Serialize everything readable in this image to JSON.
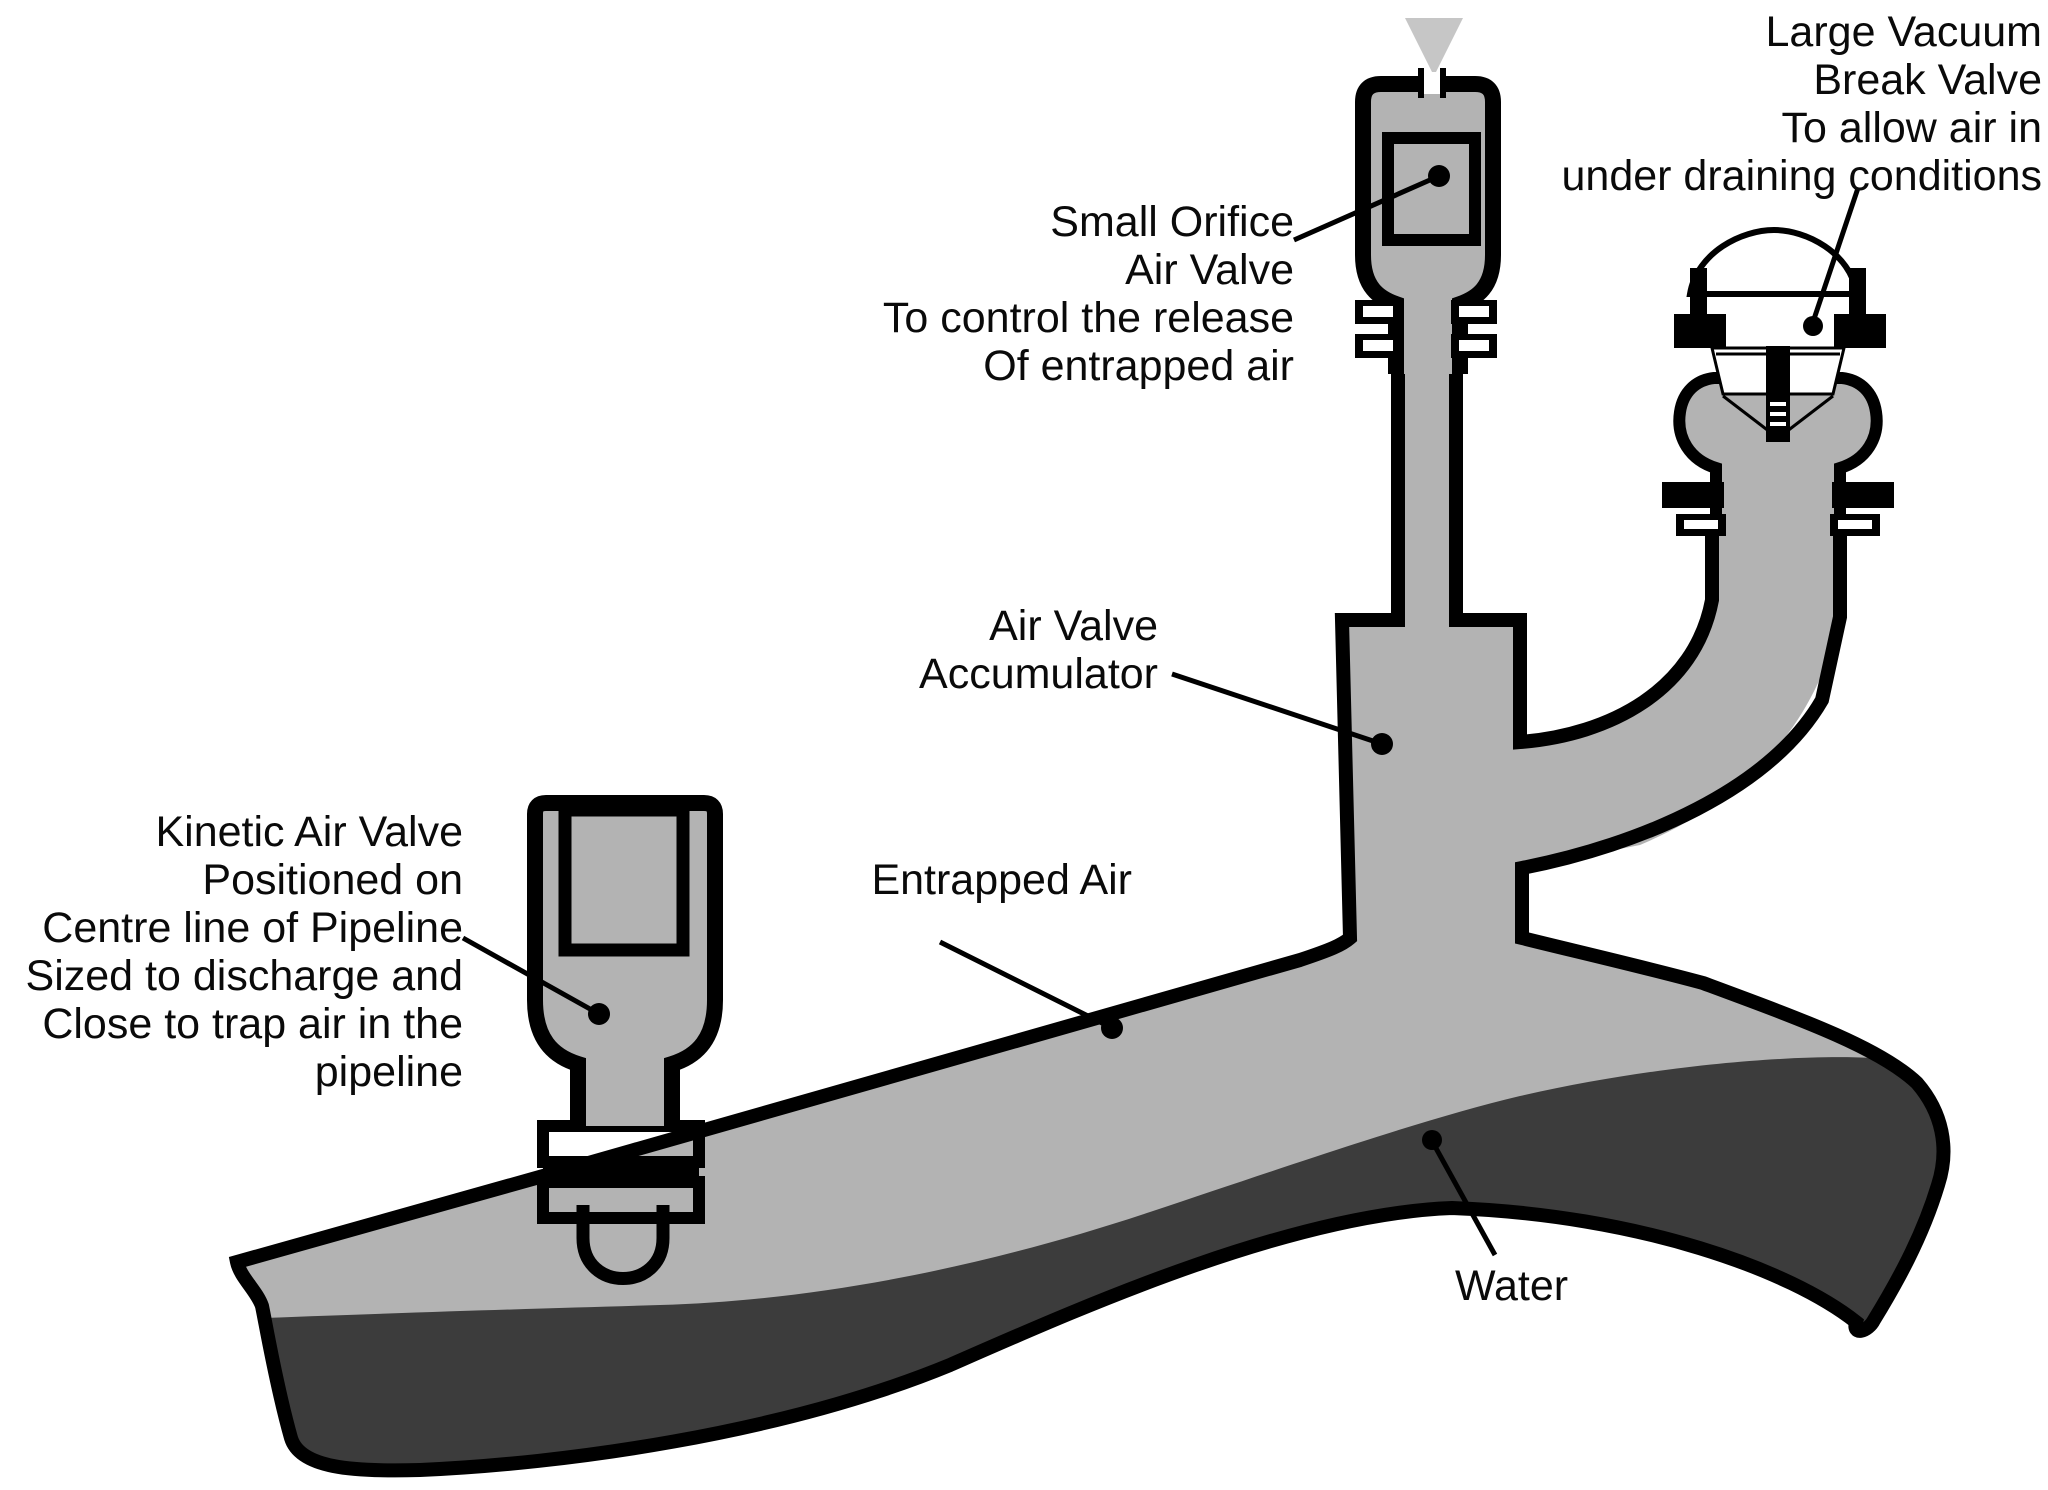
{
  "title": "Pipeline air valve arrangement diagram",
  "colors": {
    "pipe_gray": "#b3b3b3",
    "water_dark": "#3c3c3c",
    "float_light": "#d8d8d8",
    "triangle_gray": "#c6c6c6",
    "outline": "#000000",
    "background": "#ffffff"
  },
  "labels": {
    "large_vacuum": [
      "Large Vacuum",
      "Break Valve",
      "To allow air in",
      "under draining conditions"
    ],
    "small_orifice": [
      "Small Orifice",
      "Air Valve",
      "To control the release",
      "Of entrapped air"
    ],
    "air_valve_accumulator": [
      "Air Valve",
      "Accumulator"
    ],
    "entrapped_air": "Entrapped Air",
    "kinetic": [
      "Kinetic Air Valve",
      "Positioned on",
      "Centre line of Pipeline",
      "Sized to discharge and",
      "Close to trap air in the",
      "pipeline"
    ],
    "water": "Water"
  }
}
